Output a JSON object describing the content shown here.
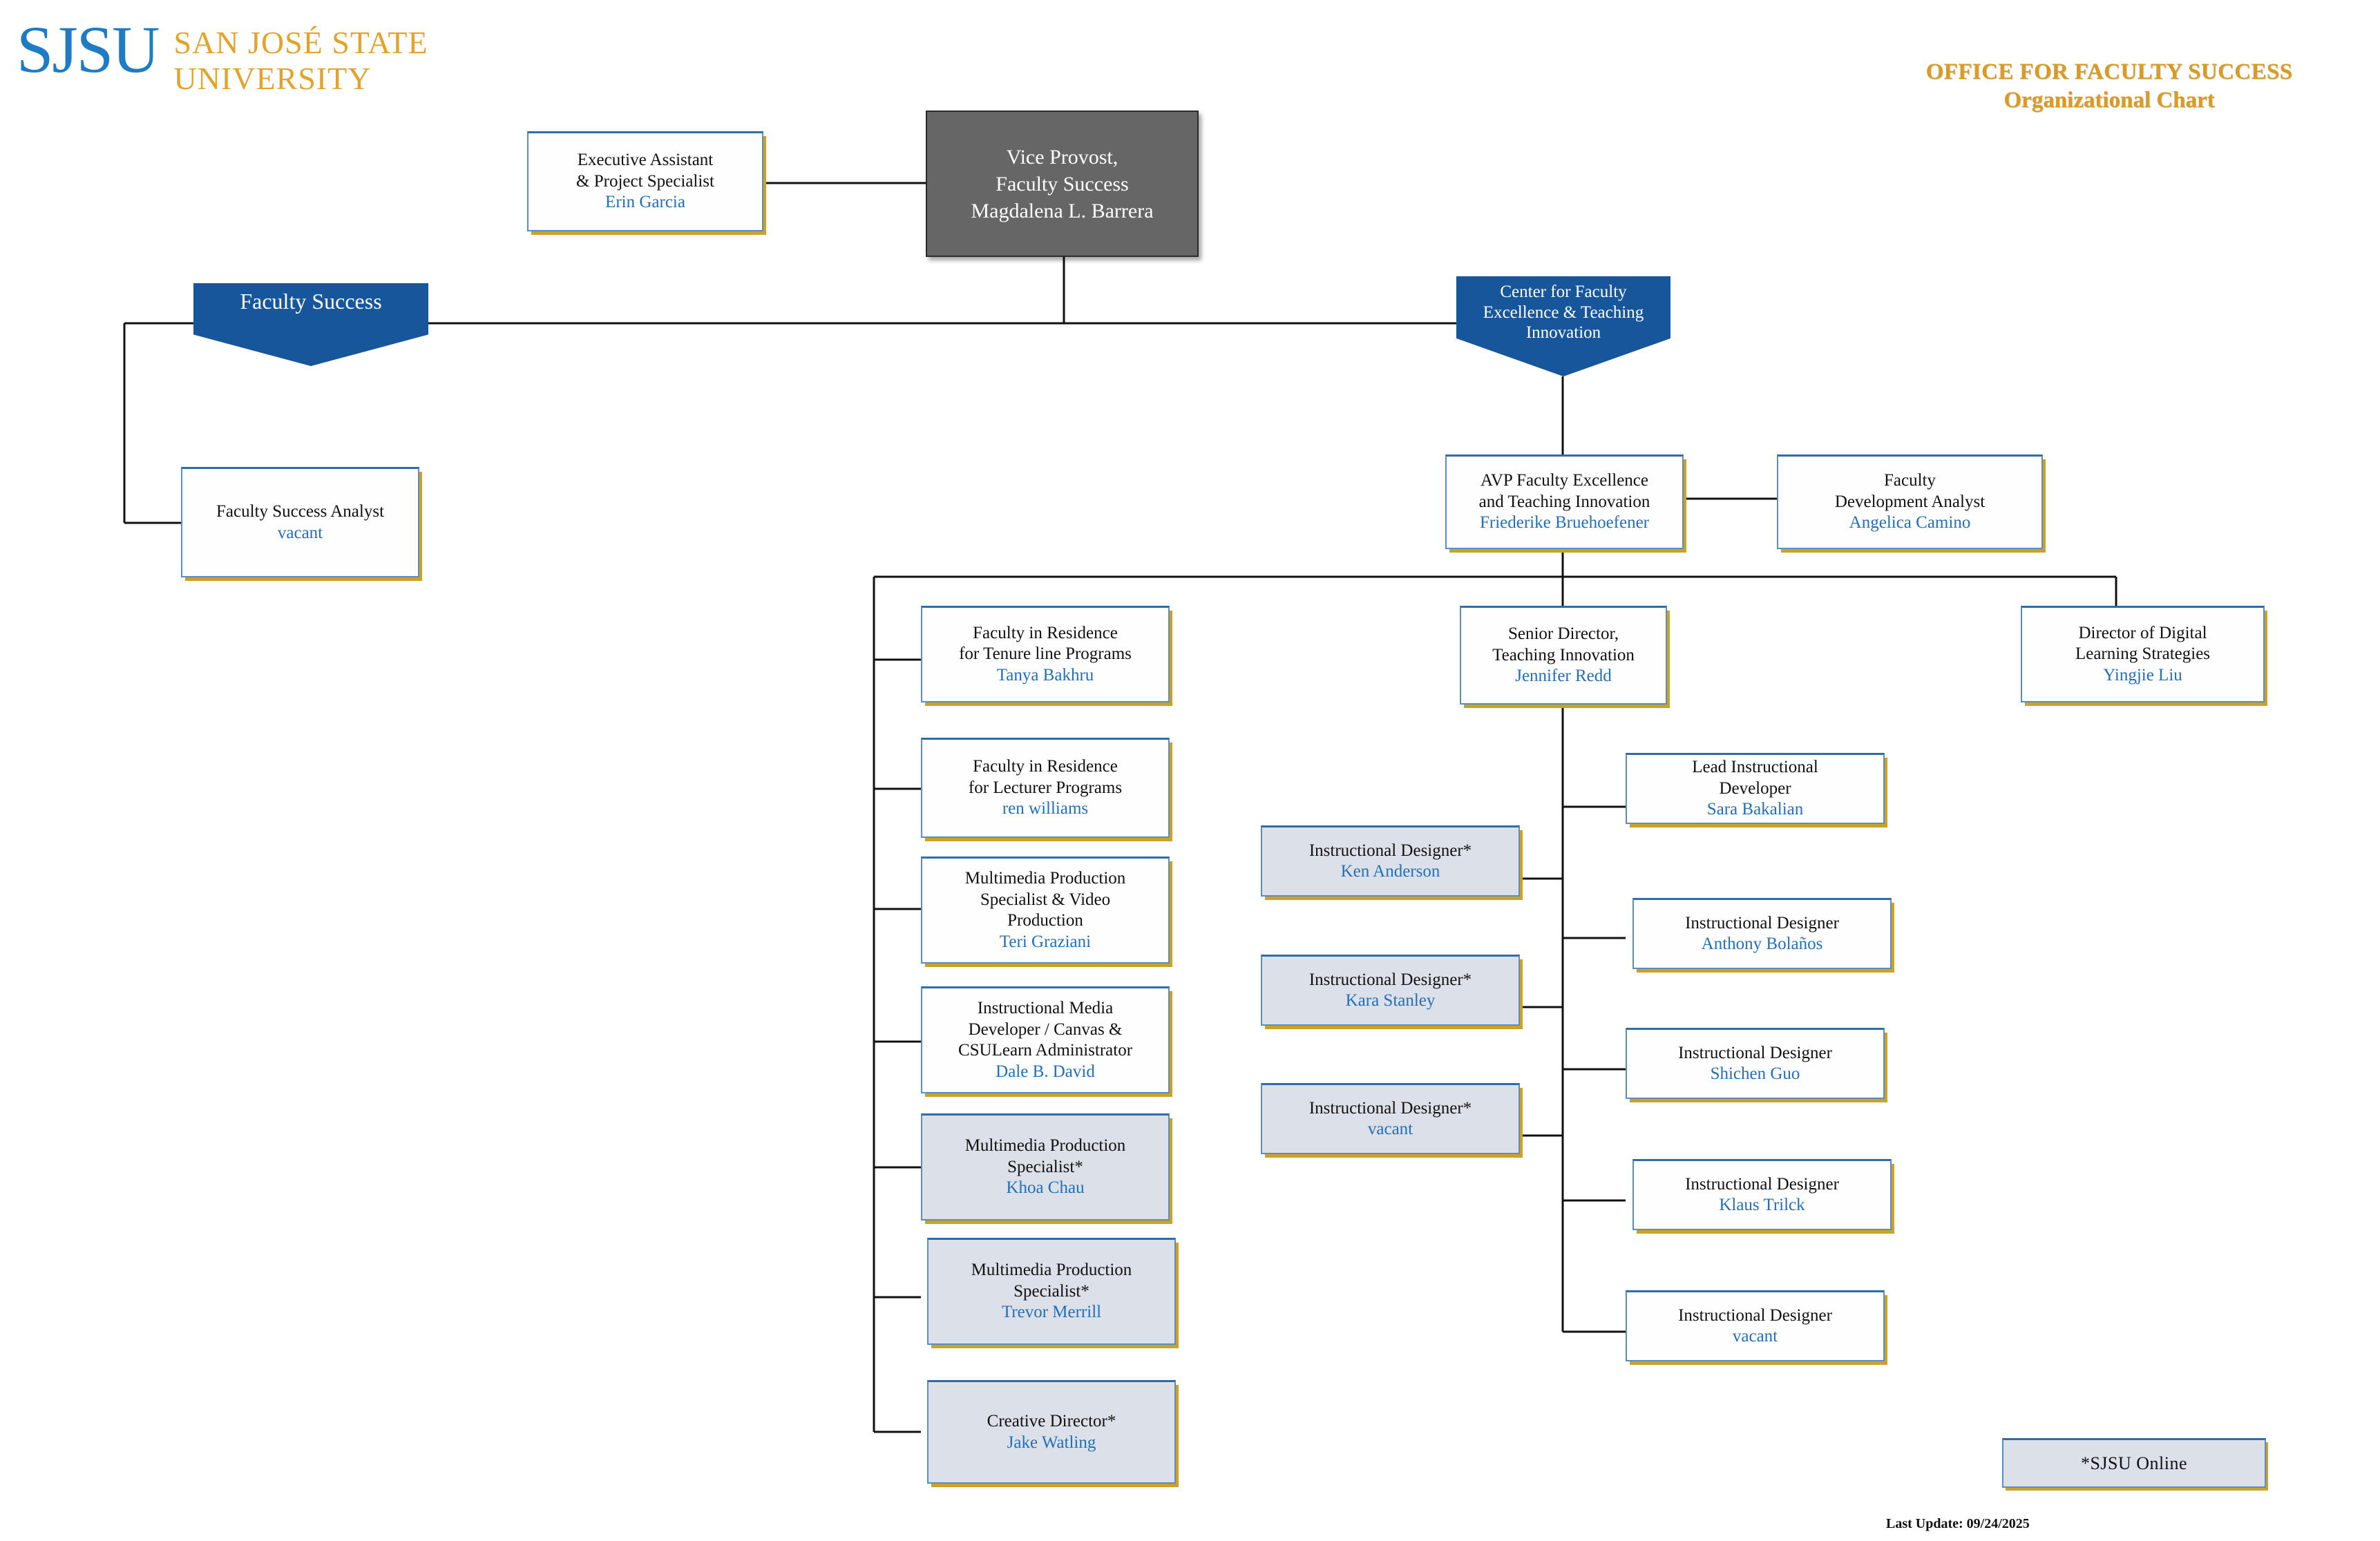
{
  "logo": {
    "mark": "SJSU",
    "name_line1": "SAN JOSÉ STATE",
    "name_line2": "UNIVERSITY",
    "mark_color": "#1D7CC4",
    "name_color": "#E2A32A"
  },
  "header": {
    "line1": "OFFICE FOR FACULTY SUCCESS",
    "line2": "Organizational Chart",
    "color": "#D99B24"
  },
  "colors": {
    "banner_blue": "#17569B",
    "box_border_blue": "#5C8CC0",
    "box_shadow_gold": "#C9A227",
    "person_blue": "#2170B8",
    "vice_provost_gray": "#666666",
    "gray_box_fill": "#DCE0E8"
  },
  "nodes": {
    "executive_assistant": {
      "title_line1": "Executive Assistant",
      "title_line2": "& Project Specialist",
      "person": "Erin Garcia"
    },
    "vice_provost": {
      "title_line1": "Vice Provost,",
      "title_line2": "Faculty Success",
      "person": "Magdalena L. Barrera"
    },
    "faculty_success_banner": {
      "label": "Faculty Success"
    },
    "center_banner": {
      "line1": "Center for Faculty",
      "line2": "Excellence & Teaching",
      "line3": "Innovation"
    },
    "faculty_success_analyst": {
      "title_line1": "Faculty Success Analyst",
      "person": "vacant"
    },
    "avp": {
      "title_line1": "AVP Faculty Excellence",
      "title_line2": "and Teaching Innovation",
      "person": "Friederike Bruehoefener"
    },
    "faculty_development_analyst": {
      "title_line1": "Faculty",
      "title_line2": "Development Analyst",
      "person": "Angelica Camino"
    },
    "faculty_in_residence_tenure": {
      "title_line1": "Faculty in Residence",
      "title_line2": "for Tenure line Programs",
      "person": "Tanya Bakhru"
    },
    "senior_director": {
      "title_line1": "Senior Director,",
      "title_line2": "Teaching Innovation",
      "person": "Jennifer Redd"
    },
    "director_digital_learning": {
      "title_line1": "Director of Digital",
      "title_line2": "Learning Strategies",
      "person": "Yingjie Liu"
    },
    "faculty_in_residence_lecturer": {
      "title_line1": "Faculty in Residence",
      "title_line2": "for Lecturer Programs",
      "person": "ren williams"
    },
    "multimedia_video": {
      "title_line1": "Multimedia Production",
      "title_line2": "Specialist & Video",
      "title_line3": "Production",
      "person": "Teri Graziani"
    },
    "instructional_media_developer": {
      "title_line1": "Instructional Media",
      "title_line2": "Developer / Canvas &",
      "title_line3": "CSULearn Administrator",
      "person": "Dale B. David"
    },
    "multimedia_specialist_khoa": {
      "title_line1": "Multimedia Production",
      "title_line2": "Specialist*",
      "person": "Khoa Chau"
    },
    "multimedia_specialist_trevor": {
      "title_line1": "Multimedia Production",
      "title_line2": "Specialist*",
      "person": "Trevor Merrill"
    },
    "creative_director": {
      "title_line1": "Creative Director*",
      "person": "Jake Watling"
    },
    "instructional_designer_ken": {
      "title_line1": "Instructional Designer*",
      "person": "Ken Anderson"
    },
    "instructional_designer_kara": {
      "title_line1": "Instructional Designer*",
      "person": "Kara Stanley"
    },
    "instructional_designer_vacant_star": {
      "title_line1": "Instructional Designer*",
      "person": "vacant"
    },
    "lead_instructional_developer": {
      "title_line1": "Lead Instructional",
      "title_line2": "Developer",
      "person": "Sara Bakalian"
    },
    "instructional_designer_anthony": {
      "title_line1": "Instructional Designer",
      "person": "Anthony Bolaños"
    },
    "instructional_designer_shichen": {
      "title_line1": "Instructional Designer",
      "person": "Shichen Guo"
    },
    "instructional_designer_klaus": {
      "title_line1": "Instructional Designer",
      "person": "Klaus Trilck"
    },
    "instructional_designer_vacant": {
      "title_line1": "Instructional Designer",
      "person": "vacant"
    }
  },
  "legend": {
    "note": "*SJSU  Online"
  },
  "footer": {
    "last_update": "Last Update: 09/24/2025"
  }
}
